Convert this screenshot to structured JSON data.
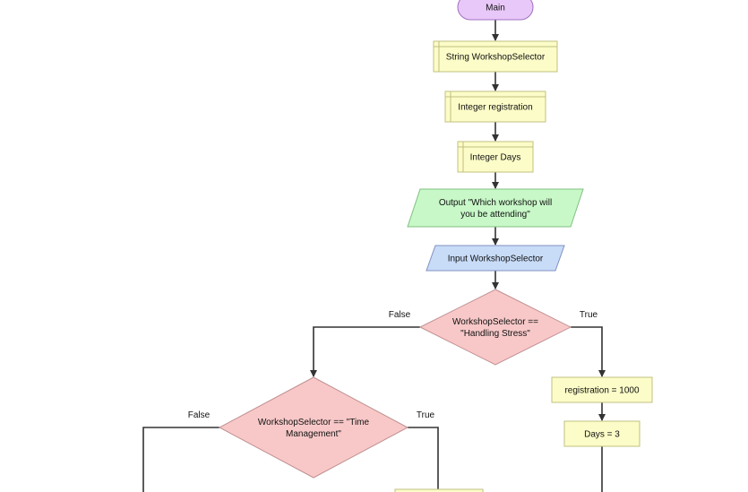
{
  "diagram": {
    "colors": {
      "terminal_fill": "#e8c8f8",
      "terminal_stroke": "#a070c0",
      "declare_fill": "#fcfcc8",
      "declare_stroke": "#c0c080",
      "output_fill": "#c8f8c8",
      "output_stroke": "#80c080",
      "input_fill": "#c8dcf8",
      "input_stroke": "#8090c0",
      "decision_fill": "#f8c8c8",
      "decision_stroke": "#c09090",
      "assign_fill": "#fcfcc8",
      "assign_stroke": "#c0c080",
      "edge": "#333333"
    },
    "nodes": [
      {
        "id": "main",
        "kind": "terminal",
        "lines": [
          "Main"
        ]
      },
      {
        "id": "decl-workshop",
        "kind": "declare",
        "lines": [
          "String WorkshopSelector"
        ]
      },
      {
        "id": "decl-registration",
        "kind": "declare",
        "lines": [
          "Integer registration"
        ]
      },
      {
        "id": "decl-days",
        "kind": "declare",
        "lines": [
          "Integer Days"
        ]
      },
      {
        "id": "output-question",
        "kind": "output",
        "lines": [
          "Output \"Which workshop will",
          "you be attending\""
        ]
      },
      {
        "id": "input-workshop",
        "kind": "input",
        "lines": [
          "Input WorkshopSelector"
        ]
      },
      {
        "id": "decision-stress",
        "kind": "decision",
        "lines": [
          "WorkshopSelector ==",
          "\"Handling Stress\""
        ]
      },
      {
        "id": "assign-registration",
        "kind": "assign",
        "lines": [
          "registration = 1000"
        ]
      },
      {
        "id": "assign-days",
        "kind": "assign",
        "lines": [
          "Days = 3"
        ]
      },
      {
        "id": "decision-time",
        "kind": "decision",
        "lines": [
          "WorkshopSelector == \"Time",
          "Management\""
        ]
      }
    ],
    "branch_labels": [
      {
        "id": "stress-false",
        "text": "False"
      },
      {
        "id": "stress-true",
        "text": "True"
      },
      {
        "id": "time-false",
        "text": "False"
      },
      {
        "id": "time-true",
        "text": "True"
      }
    ]
  }
}
